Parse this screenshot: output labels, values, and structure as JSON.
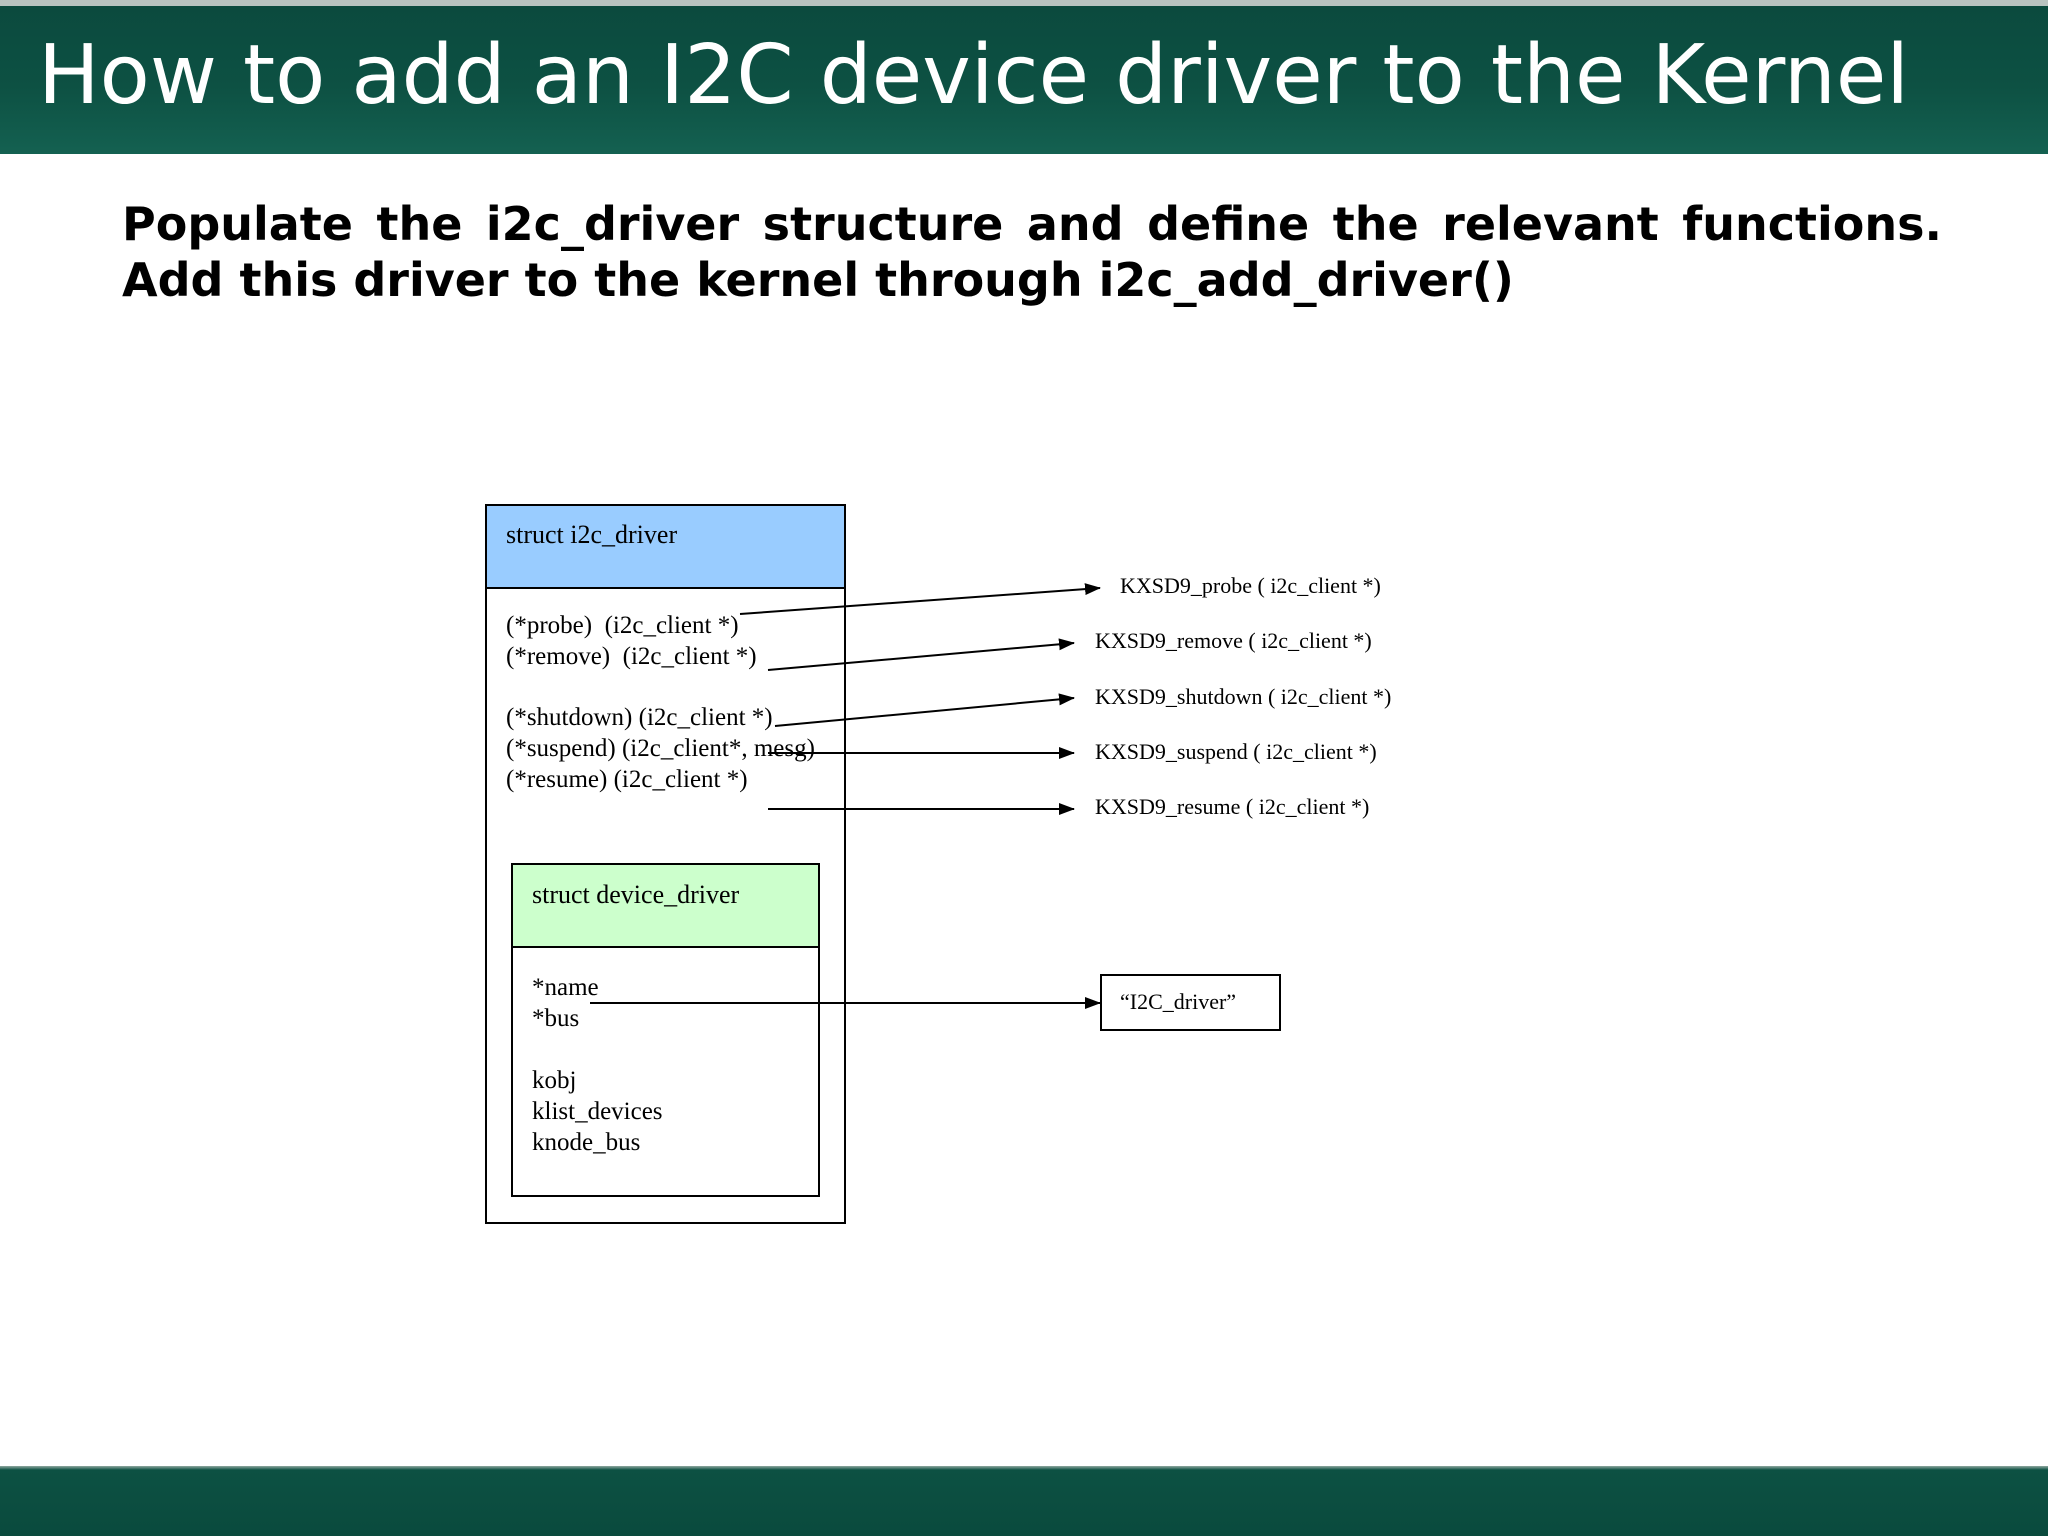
{
  "slide": {
    "title": "How to add an I2C device driver to the Kernel",
    "subtitle_line1": "Populate the i2c_driver structure and define the relevant functions.",
    "subtitle_line2": "Add this driver to the kernel through i2c_add_driver()"
  },
  "colors": {
    "title_bar": "#0d5143",
    "i2c_driver_header": "#99ccff",
    "device_driver_header": "#ccffcc"
  },
  "diagram": {
    "i2c_driver": {
      "header": "struct i2c_driver",
      "fields": [
        "(*probe)  (i2c_client *)",
        "(*remove)  (i2c_client *)",
        "(*shutdown) (i2c_client *)",
        "(*suspend) (i2c_client*, mesg)",
        "(*resume) (i2c_client *)"
      ]
    },
    "device_driver": {
      "header": "struct device_driver",
      "fields": [
        "*name",
        "*bus",
        "kobj",
        "klist_devices",
        "knode_bus"
      ]
    },
    "functions": [
      "KXSD9_probe ( i2c_client *)",
      "KXSD9_remove ( i2c_client *)",
      "KXSD9_shutdown ( i2c_client *)",
      "KXSD9_suspend ( i2c_client *)",
      "KXSD9_resume ( i2c_client *)"
    ],
    "name_value": "“I2C_driver”"
  }
}
